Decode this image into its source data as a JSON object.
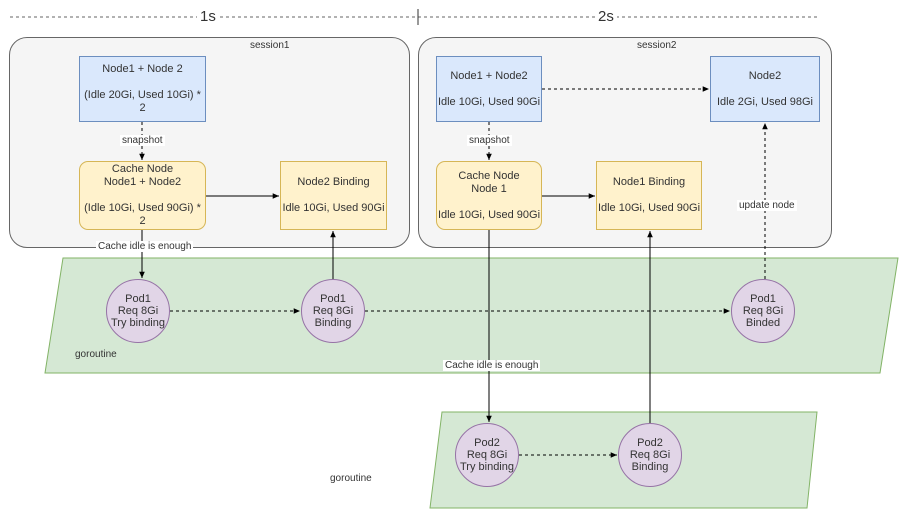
{
  "timeline": {
    "t1": "1s",
    "t2": "2s"
  },
  "session1": {
    "label": "session1",
    "node_box": {
      "line1": "Node1 + Node 2",
      "line2": "(Idle 20Gi, Used 10Gi) * 2"
    },
    "snapshot_label": "snapshot",
    "cache_box": {
      "line1": "Cache Node",
      "line2": "Node1 + Node2",
      "line3": "(Idle 10Gi, Used 90Gi) * 2"
    },
    "binding_box": {
      "line1": "Node2 Binding",
      "line2": "Idle 10Gi, Used 90Gi"
    },
    "cache_idle_label": "Cache idle is enough"
  },
  "session2": {
    "label": "session2",
    "node_box": {
      "line1": "Node1 + Node2",
      "line2": "Idle 10Gi, Used 90Gi"
    },
    "node2_box": {
      "line1": "Node2",
      "line2": "Idle 2Gi, Used 98Gi"
    },
    "snapshot_label": "snapshot",
    "cache_box": {
      "line1": "Cache Node",
      "line2": "Node 1",
      "line3": "Idle 10Gi, Used 90Gi"
    },
    "binding_box": {
      "line1": "Node1 Binding",
      "line2": "Idle 10Gi, Used 90Gi"
    },
    "update_label": "update node",
    "cache_idle_label": "Cache idle is enough"
  },
  "goroutine1": {
    "label": "goroutine",
    "pods": [
      {
        "line1": "Pod1",
        "line2": "Req 8Gi",
        "line3": "Try binding"
      },
      {
        "line1": "Pod1",
        "line2": "Req 8Gi",
        "line3": "Binding"
      },
      {
        "line1": "Pod1",
        "line2": "Req 8Gi",
        "line3": "Binded"
      }
    ]
  },
  "goroutine2": {
    "label": "goroutine",
    "pods": [
      {
        "line1": "Pod2",
        "line2": "Req 8Gi",
        "line3": "Try binding"
      },
      {
        "line1": "Pod2",
        "line2": "Req 8Gi",
        "line3": "Binding"
      }
    ]
  },
  "colors": {
    "node_fill": "#dae8fc",
    "node_stroke": "#6c8ebf",
    "cache_fill": "#fff2cc",
    "cache_stroke": "#d6b656",
    "pod_fill": "#e1d5e7",
    "pod_stroke": "#9673a6",
    "goroutine_fill": "#d5e8d4",
    "goroutine_stroke": "#82b366",
    "session_fill": "#f5f5f5"
  }
}
